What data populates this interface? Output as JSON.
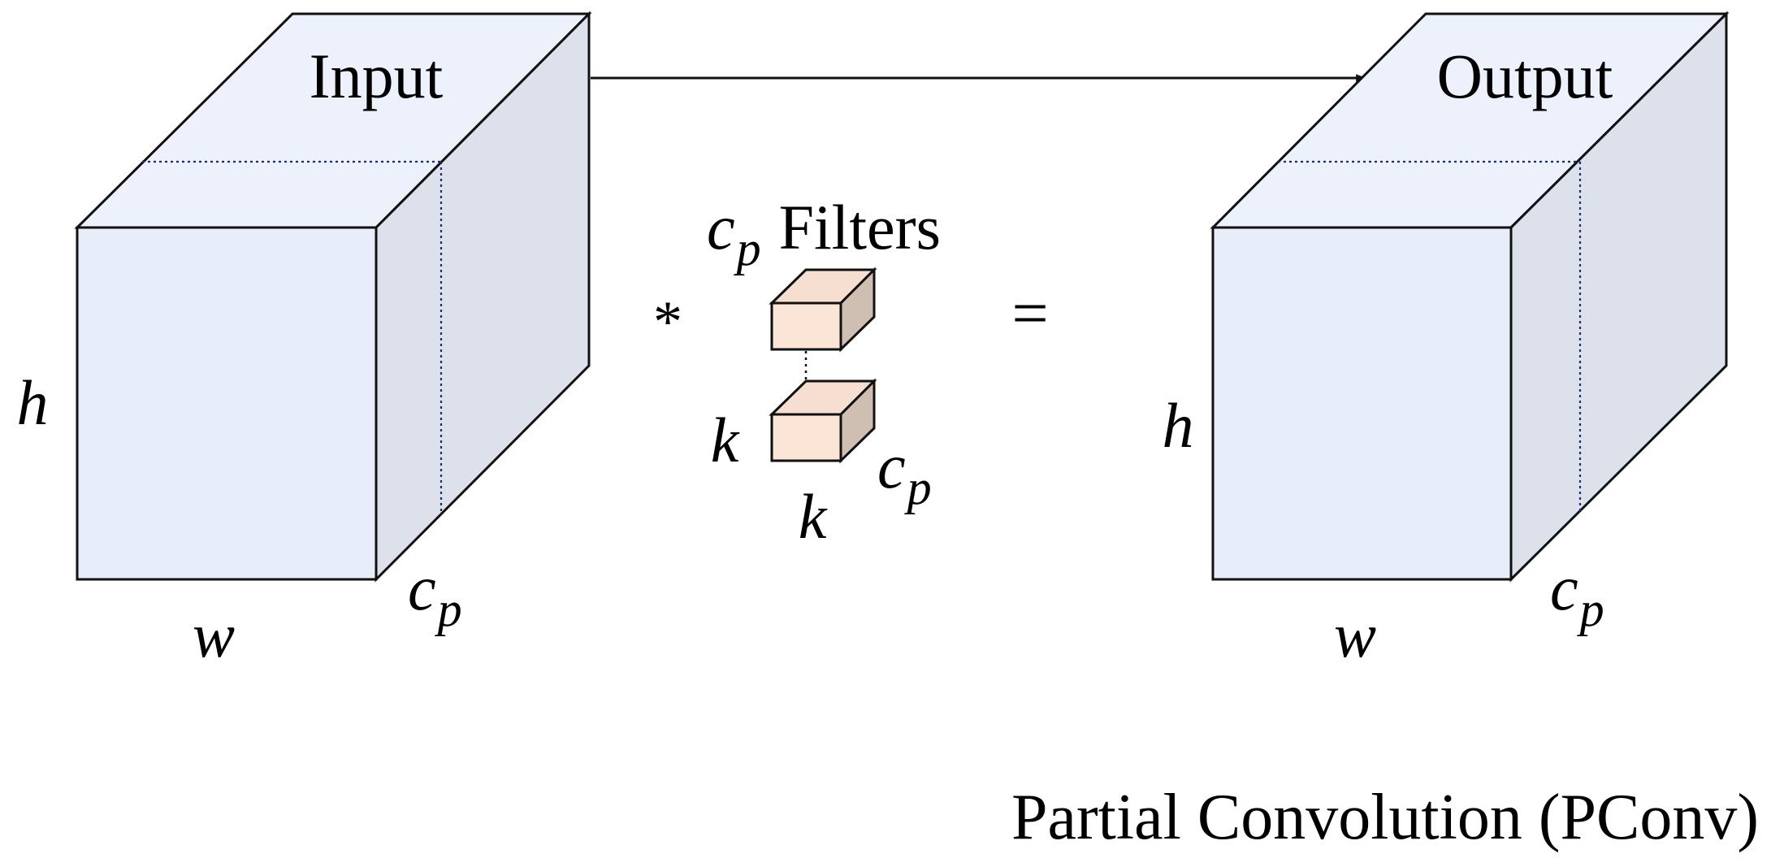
{
  "labels": {
    "input": "Input",
    "output": "Output",
    "filters_count": "c",
    "filters_count_sub": "p",
    "filters_word": "Filters",
    "operator_conv": "*",
    "operator_equals": "=",
    "height": "h",
    "width": "w",
    "channels": "c",
    "channels_sub": "p",
    "kernel": "k",
    "caption": "Partial Convolution (PConv)"
  },
  "colors": {
    "big_front": "#e8edfa",
    "big_top": "#edf1fb",
    "big_side": "#dde1ec",
    "filter_front": "#fbe5d6",
    "filter_top": "#f6dfd0",
    "filter_side": "#cfbfb3",
    "stroke": "#111111",
    "dotted": "#1e2a6e"
  }
}
